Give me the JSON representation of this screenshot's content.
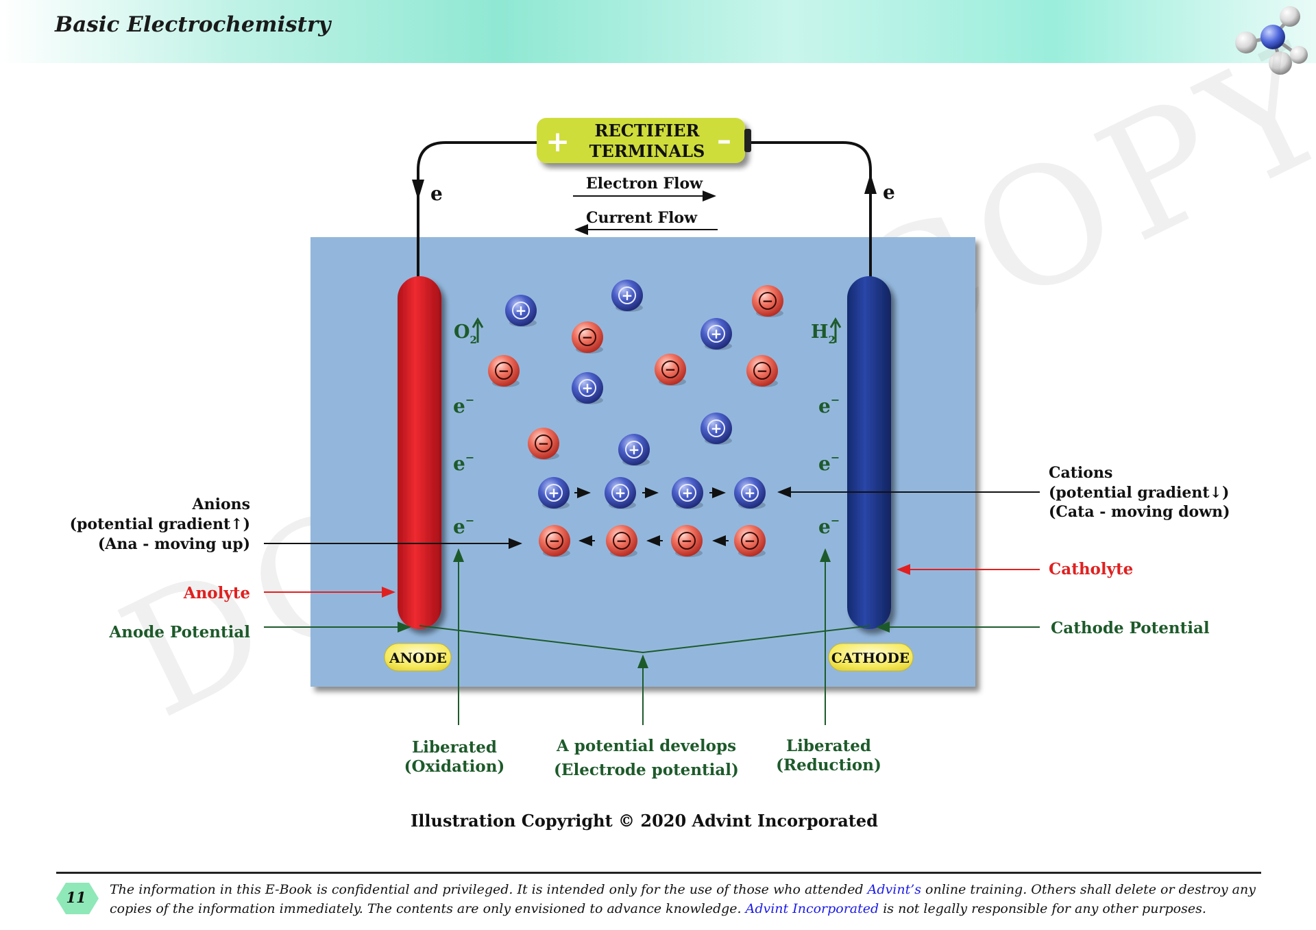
{
  "header": {
    "title": "Basic Electrochemistry",
    "molecule_icon": "molecule-icon"
  },
  "watermark": "DO NOT COPY",
  "rectifier": {
    "line1": "RECTIFIER",
    "line2": "TERMINALS",
    "plus": "+",
    "minus": "–"
  },
  "flow": {
    "electron": "Electron Flow",
    "current": "Current Flow",
    "e_left": "e",
    "e_right": "e"
  },
  "cell": {
    "gas_left": "O",
    "gas_left_sub": "2",
    "gas_right": "H",
    "gas_right_sub": "2",
    "electron_symbol": "e",
    "electron_charge": "−",
    "plus_sign": "+",
    "minus_sign": "−",
    "anode_label": "ANODE",
    "cathode_label": "CATHODE"
  },
  "labels": {
    "anions": [
      "Anions",
      "(potential gradient↑)",
      "(Ana - moving up)"
    ],
    "cations": [
      "Cations",
      "(potential gradient↓)",
      "(Cata - moving down)"
    ],
    "anolyte": "Anolyte",
    "catholyte": "Catholyte",
    "anode_potential": "Anode Potential",
    "cathode_potential": "Cathode Potential",
    "liberated_oxidation": [
      "Liberated",
      "(Oxidation)"
    ],
    "potential_develops": [
      "A potential develops",
      "(Electrode potential)"
    ],
    "liberated_reduction": [
      "Liberated",
      "(Reduction)"
    ]
  },
  "copyright": "Illustration Copyright © 2020 Advint Incorporated",
  "footer": {
    "page_number": "11",
    "t1": "The information in this E-Book is confidential and privileged. It is intended only for the use of those who attended ",
    "link1": "Advint’s",
    "t2": " online training. Others shall delete or destroy any copies of the information immediately. The contents are only envisioned to advance knowledge. ",
    "link2": "Advint Incorporated",
    "t3": " is not legally responsible for any other purposes."
  },
  "colors": {
    "anode": "#e8202a",
    "cathode": "#203a8c",
    "electrolyte": "#93b7dc",
    "rectifier": "#cfdd3a",
    "label_red": "#e02020",
    "label_green": "#1d5a2a",
    "terminal_badge": "#f7ee6a"
  }
}
